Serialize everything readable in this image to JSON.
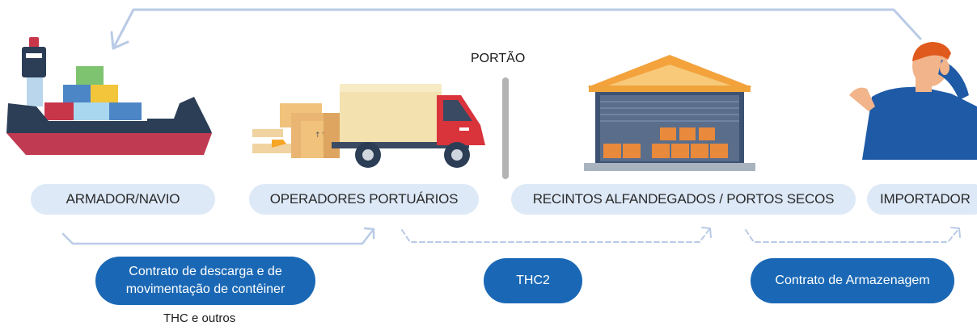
{
  "gate_label": "PORTÃO",
  "actors": [
    {
      "label": "ARMADOR/NAVIO",
      "icon": "ship-icon"
    },
    {
      "label": "OPERADORES PORTUÁRIOS",
      "icon": "truck-icon"
    },
    {
      "label": "RECINTOS ALFANDEGADOS / PORTOS SECOS",
      "icon": "warehouse-icon"
    },
    {
      "label": "IMPORTADOR",
      "icon": "person-phone-icon"
    }
  ],
  "contracts": [
    {
      "line1": "Contrato de descarga e de",
      "line2": "movimentação de contêiner",
      "sub": "THC e outros"
    },
    {
      "label": "THC2"
    },
    {
      "label": "Contrato de Armazenagem"
    }
  ],
  "colors": {
    "pill_bg": "#dde9f7",
    "button_bg": "#1a68b5",
    "arrow": "#b9cbe6"
  }
}
